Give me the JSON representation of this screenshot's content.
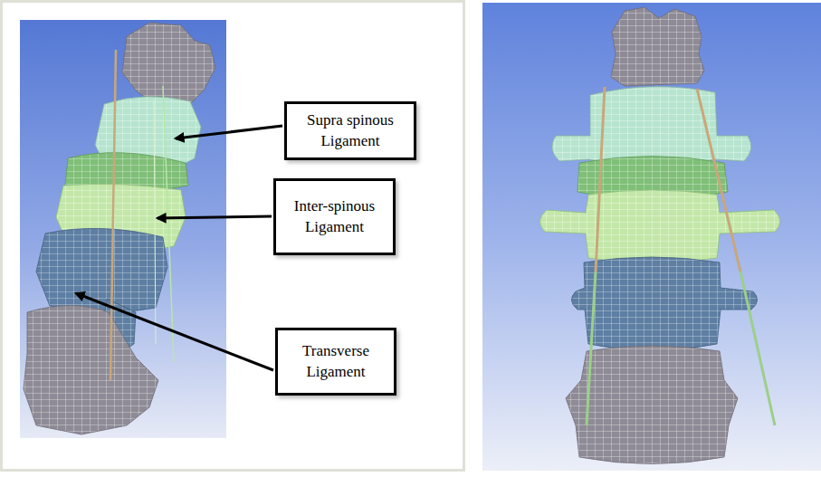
{
  "diagram": {
    "nodes": [
      {
        "text": [
          "Supra spinous Ligament"
        ]
      },
      {
        "text": [
          "Inter-spinous Ligament"
        ]
      },
      {
        "text": [
          "Transverse Ligament"
        ]
      }
    ]
  }
}
